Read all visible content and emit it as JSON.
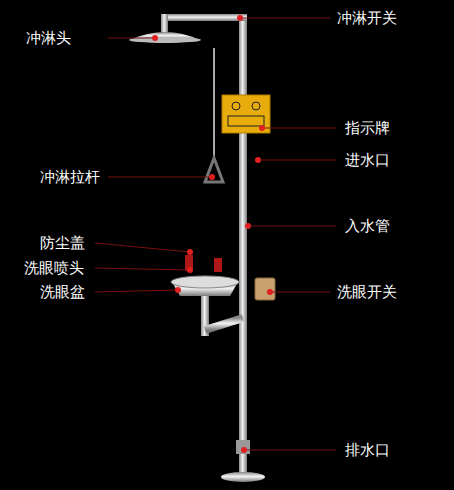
{
  "diagram": {
    "labels": [
      "冲淋头",
      "冲淋开关",
      "指示牌",
      "冲淋拉杆",
      "进水口",
      "入水管",
      "防尘盖",
      "洗眼喷头",
      "洗眼盆",
      "洗眼开关",
      "排水口"
    ]
  }
}
